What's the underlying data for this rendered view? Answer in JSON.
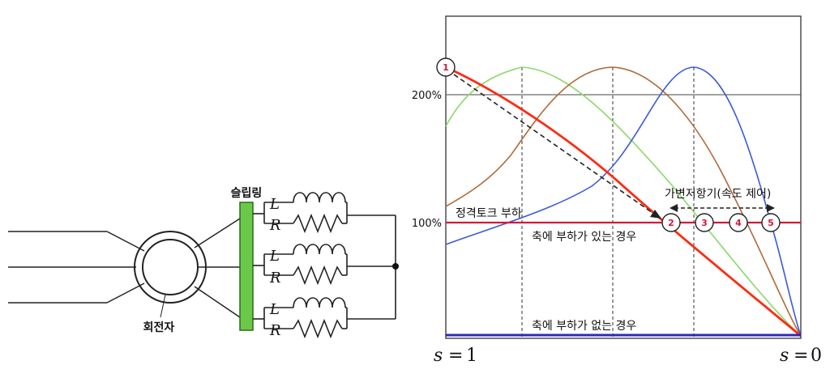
{
  "circuit": {
    "slip_ring_label": "슬립링",
    "rotor_label": "회전자",
    "phases": [
      {
        "inductor_label": "L",
        "resistor_label": "R"
      },
      {
        "inductor_label": "L",
        "resistor_label": "R"
      },
      {
        "inductor_label": "L",
        "resistor_label": "R"
      }
    ]
  },
  "chart": {
    "y_ticks": {
      "t200": "200%",
      "t100": "100%"
    },
    "x_left": {
      "var": "s",
      "eq": "=",
      "num": "1"
    },
    "x_right": {
      "var": "s",
      "eq": "=",
      "num": "0"
    },
    "labels": {
      "rated_load": "정격토크 부하",
      "with_load": "축에 부하가 있는 경우",
      "no_load": "축에 부하가 없는 경우",
      "variable_resistor": "가변저항기(속도 제어)"
    },
    "markers": [
      "1",
      "2",
      "3",
      "4",
      "5"
    ],
    "colors": {
      "rated_line": "#d4183a",
      "noload_line": "#2b2bb8",
      "red_curve": "#ff2a10",
      "green_curve": "#8cd86a",
      "brown_curve": "#b06a3a",
      "blue_curve": "#3a5ad8",
      "slip_ring": "#6bc94a",
      "marker_text": "#d4183a"
    }
  }
}
